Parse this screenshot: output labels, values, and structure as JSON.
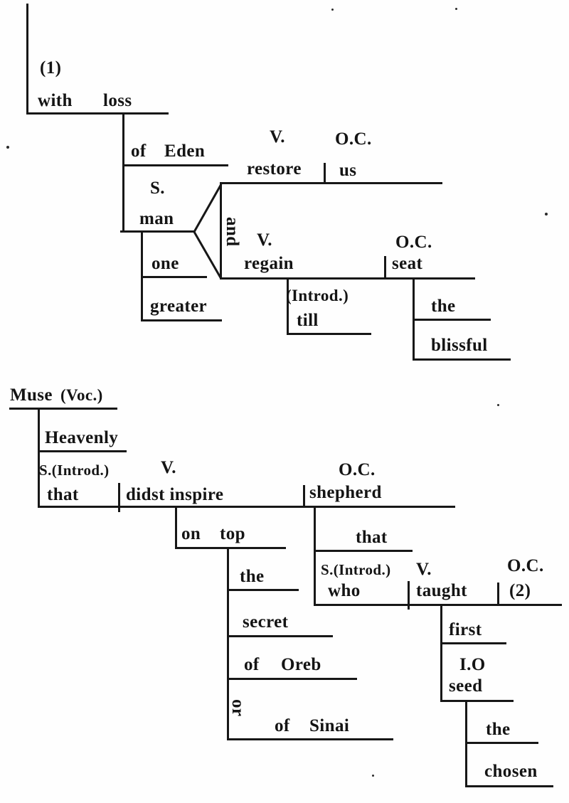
{
  "diagram1": {
    "labels": {
      "num": "(1)",
      "with": "with",
      "loss": "loss",
      "of": "of",
      "eden": "Eden",
      "s": "S.",
      "man": "man",
      "and": "and",
      "v1": "V.",
      "restore": "restore",
      "oc1": "O.C.",
      "us": "us",
      "v2": "V.",
      "regain": "regain",
      "oc2": "O.C.",
      "seat": "seat",
      "one": "one",
      "greater": "greater",
      "introd": "(Introd.)",
      "till": "till",
      "the": "the",
      "blissful": "blissful"
    }
  },
  "diagram2": {
    "labels": {
      "muse": "Muse",
      "voc": "(Voc.)",
      "heavenly": "Heavenly",
      "s_introd": "S.(Introd.)",
      "v1": "V.",
      "that1": "that",
      "didst_inspire": "didst inspire",
      "oc1": "O.C.",
      "shepherd": "shepherd",
      "on": "on",
      "top": "top",
      "the1": "the",
      "secret": "secret",
      "of1": "of",
      "oreb": "Oreb",
      "or": "or",
      "of2": "of",
      "sinai": "Sinai",
      "that2": "that",
      "s_introd2": "S.(Introd.)",
      "v2": "V.",
      "oc2": "O.C.",
      "who": "who",
      "taught": "taught",
      "num2": "(2)",
      "first": "first",
      "io": "I.O",
      "seed": "seed",
      "the2": "the",
      "chosen": "chosen"
    }
  }
}
